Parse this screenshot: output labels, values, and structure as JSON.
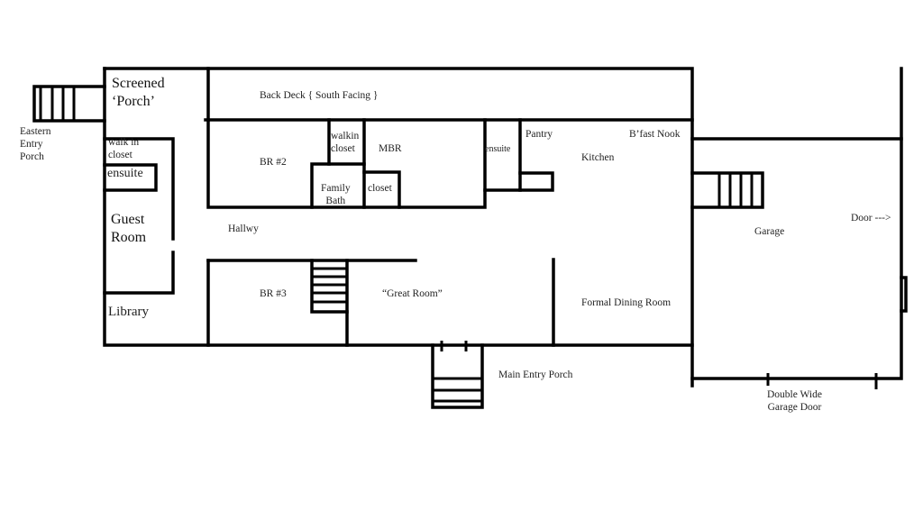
{
  "title": "House floor plan sketch",
  "rooms": {
    "screened_porch": [
      "Screened",
      "‘Porch’"
    ],
    "back_deck": "Back Deck { South Facing }",
    "eastern_entry_porch": [
      "Eastern",
      "Entry",
      "Porch"
    ],
    "walk_in_closet_guest": [
      "walk in",
      "closet"
    ],
    "ensuite_guest": "ensuite",
    "guest_room": [
      "Guest",
      "Room"
    ],
    "library": "Library",
    "br2": "BR #2",
    "walkin_closet_mbr": [
      "walkin",
      "closet"
    ],
    "mbr": "MBR",
    "family_bath": [
      "Family",
      "Bath"
    ],
    "closet": "closet",
    "ensuite_mbr": "ensuite",
    "pantry": "Pantry",
    "bfast_nook": "B’fast Nook",
    "kitchen": "Kitchen",
    "hallway": "Hallwy",
    "br3": "BR #3",
    "great_room": "“Great Room”",
    "formal_dining": "Formal Dining Room",
    "main_entry_porch": "Main Entry Porch",
    "garage": "Garage",
    "door": "Door --->",
    "garage_door": [
      "Double Wide",
      "Garage Door"
    ]
  }
}
